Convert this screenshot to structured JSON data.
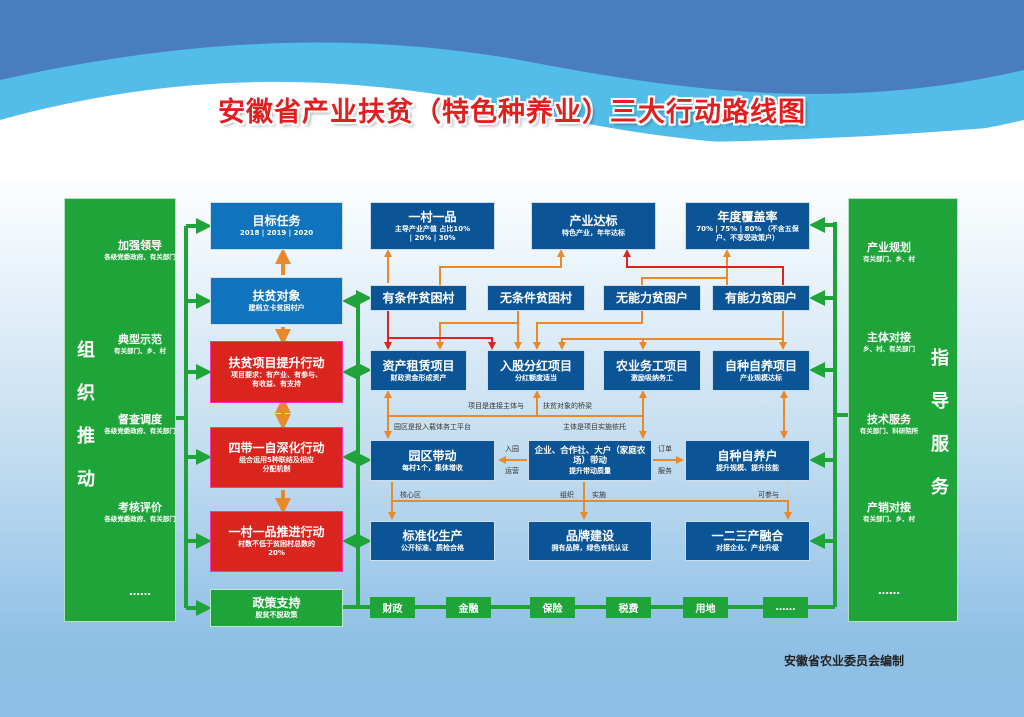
{
  "title": "安徽省产业扶贫（特色种养业）三大行动路线图",
  "left_panel": {
    "heading": [
      "组",
      "织",
      "推",
      "动"
    ],
    "items": [
      {
        "title": "加强领导",
        "sub": "各级党委政府、有关部门"
      },
      {
        "title": "典型示范",
        "sub": "有关部门、乡、村"
      },
      {
        "title": "督查调度",
        "sub": "各级党委政府、有关部门"
      },
      {
        "title": "考核评价",
        "sub": "各级党委政府、有关部门"
      },
      {
        "title": "……",
        "sub": ""
      }
    ]
  },
  "right_panel": {
    "heading": [
      "指",
      "导",
      "服",
      "务"
    ],
    "items": [
      {
        "title": "产业规划",
        "sub": "有关部门、乡、村"
      },
      {
        "title": "主体对接",
        "sub": "乡、村、有关部门"
      },
      {
        "title": "技术服务",
        "sub": "有关部门、科研院所"
      },
      {
        "title": "产销对接",
        "sub": "有关部门、乡、村"
      },
      {
        "title": "……",
        "sub": ""
      }
    ]
  },
  "left_column": [
    {
      "title": "目标任务",
      "sub": "2018 | 2019 | 2020"
    },
    {
      "title": "扶贫对象",
      "sub": "建档立卡贫困村户"
    },
    {
      "title": "扶贫项目提升行动",
      "sub": "项目要求：有产业、有参与、有收益、有支持"
    },
    {
      "title": "四带一自深化行动",
      "sub": "组合运用5种联结及相应分配机制"
    },
    {
      "title": "一村一品推进行动",
      "sub": "村数不低于贫困村总数的20%"
    },
    {
      "title": "政策支持",
      "sub": "脱贫不脱政策"
    }
  ],
  "targets": [
    {
      "title": "一村一品",
      "sub": "主导产业产值 占比10% | 20% | 30%"
    },
    {
      "title": "产业达标",
      "sub": "特色产业，年年达标"
    },
    {
      "title": "年度覆盖率",
      "sub": "70% | 75% | 80% （不含五保户、不享受政策户）"
    }
  ],
  "objects": [
    "有条件贫困村",
    "无条件贫困村",
    "无能力贫困户",
    "有能力贫困户"
  ],
  "projects": [
    {
      "title": "资产租赁项目",
      "sub": "财政资金形成资产"
    },
    {
      "title": "入股分红项目",
      "sub": "分红额度适当"
    },
    {
      "title": "农业务工项目",
      "sub": "激励吸纳务工"
    },
    {
      "title": "自种自养项目",
      "sub": "产业规模达标"
    }
  ],
  "drivers": [
    {
      "title": "园区带动",
      "sub": "每村1个，集体增收"
    },
    {
      "title": "企业、合作社、大户（家庭农场）带动",
      "sub": "提升带动质量"
    },
    {
      "title": "自种自养户",
      "sub": "提升规模、提升技能"
    }
  ],
  "outcomes": [
    {
      "title": "标准化生产",
      "sub": "公开标准、质检合格"
    },
    {
      "title": "品牌建设",
      "sub": "拥有品牌，绿色有机认证"
    },
    {
      "title": "一二三产融合",
      "sub": "对接企业、产业升级"
    }
  ],
  "notes": {
    "bridge_a": "项目是连接主体与",
    "bridge_b": "扶贫对象的桥梁",
    "park": "园区是投入载体务工平台",
    "subject": "主体是项目实施依托",
    "in_park": "入园",
    "operate": "运营",
    "order": "订单",
    "service": "服务",
    "core": "核心区",
    "organize": "组织",
    "implement": "实施",
    "participate": "可参与"
  },
  "policies": [
    "财政",
    "金融",
    "保险",
    "税费",
    "用地",
    "……"
  ],
  "footer": "安徽省农业委员会编制",
  "colors": {
    "green": "#1fa43a",
    "navy": "#0b5597",
    "blue": "#0f73bd",
    "red": "#d9251e",
    "orange": "#e8892b",
    "title": "#e02020"
  }
}
